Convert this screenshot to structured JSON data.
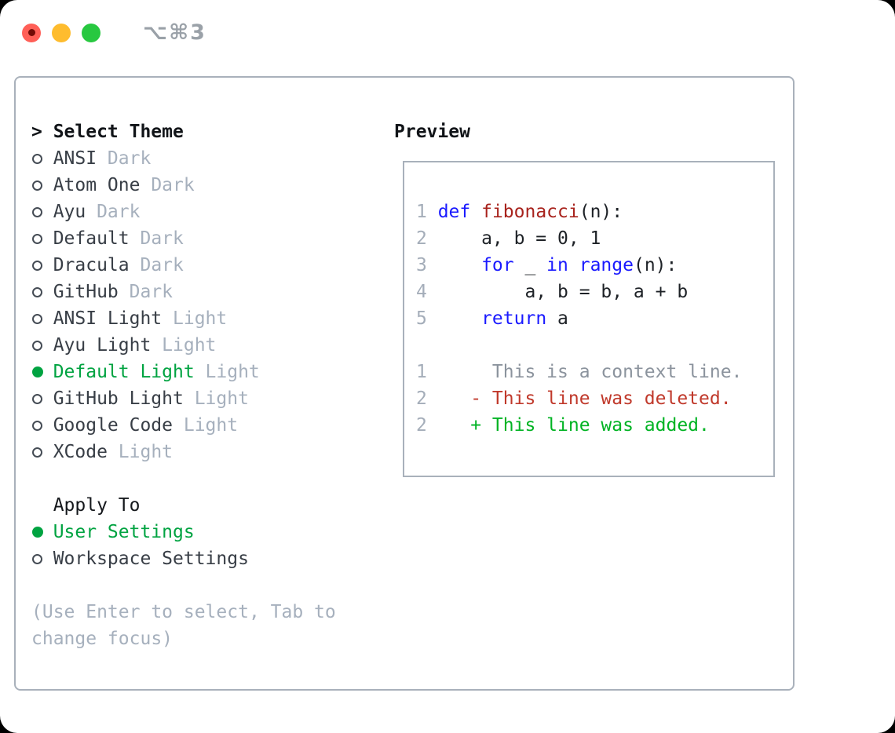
{
  "window": {
    "shortcut_label": "⌥⌘3"
  },
  "theme_selector": {
    "prompt": ">",
    "title": "Select Theme",
    "themes": [
      {
        "name": "ANSI",
        "variant": "Dark",
        "selected": false
      },
      {
        "name": "Atom One",
        "variant": "Dark",
        "selected": false
      },
      {
        "name": "Ayu",
        "variant": "Dark",
        "selected": false
      },
      {
        "name": "Default",
        "variant": "Dark",
        "selected": false
      },
      {
        "name": "Dracula",
        "variant": "Dark",
        "selected": false
      },
      {
        "name": "GitHub",
        "variant": "Dark",
        "selected": false
      },
      {
        "name": "ANSI Light",
        "variant": "Light",
        "selected": false
      },
      {
        "name": "Ayu Light",
        "variant": "Light",
        "selected": false
      },
      {
        "name": "Default Light",
        "variant": "Light",
        "selected": true
      },
      {
        "name": "GitHub Light",
        "variant": "Light",
        "selected": false
      },
      {
        "name": "Google Code",
        "variant": "Light",
        "selected": false
      },
      {
        "name": "XCode",
        "variant": "Light",
        "selected": false
      }
    ],
    "apply_to": {
      "title": "Apply To",
      "options": [
        {
          "label": "User Settings",
          "selected": true
        },
        {
          "label": "Workspace Settings",
          "selected": false
        }
      ]
    },
    "hint_lines": [
      "(Use Enter to select, Tab to",
      "change focus)"
    ]
  },
  "preview": {
    "title": "Preview",
    "lines": [
      {
        "num": "1",
        "tokens": [
          {
            "text": "def",
            "style": "kw"
          },
          {
            "text": " ",
            "style": "pl"
          },
          {
            "text": "fibonacci",
            "style": "fn"
          },
          {
            "text": "(n):",
            "style": "pl"
          }
        ]
      },
      {
        "num": "2",
        "tokens": [
          {
            "text": "    a, b = 0, 1",
            "style": "pl"
          }
        ]
      },
      {
        "num": "3",
        "tokens": [
          {
            "text": "    ",
            "style": "pl"
          },
          {
            "text": "for",
            "style": "kw"
          },
          {
            "text": " _ ",
            "style": "pl"
          },
          {
            "text": "in",
            "style": "kw"
          },
          {
            "text": " ",
            "style": "pl"
          },
          {
            "text": "range",
            "style": "kw"
          },
          {
            "text": "(n):",
            "style": "pl"
          }
        ]
      },
      {
        "num": "4",
        "tokens": [
          {
            "text": "        a, b = b, a + b",
            "style": "pl"
          }
        ]
      },
      {
        "num": "5",
        "tokens": [
          {
            "text": "    ",
            "style": "pl"
          },
          {
            "text": "return",
            "style": "kw"
          },
          {
            "text": " a",
            "style": "pl"
          }
        ]
      },
      {
        "num": "",
        "tokens": []
      },
      {
        "num": "1",
        "tokens": [
          {
            "text": "     This is a context line.",
            "style": "ctx"
          }
        ]
      },
      {
        "num": "2",
        "tokens": [
          {
            "text": "   - This line was deleted.",
            "style": "del"
          }
        ]
      },
      {
        "num": "2",
        "tokens": [
          {
            "text": "   + This line was added.",
            "style": "add"
          }
        ]
      }
    ]
  },
  "colors": {
    "selected_green": "#00a341",
    "keyword_blue": "#1a1aff",
    "function_red": "#a8231d",
    "deleted_red": "#c0392b",
    "added_green": "#00b323",
    "muted_gray": "#a6b0bd",
    "context_gray": "#8b939d",
    "border_gray": "#a9b1bb"
  }
}
